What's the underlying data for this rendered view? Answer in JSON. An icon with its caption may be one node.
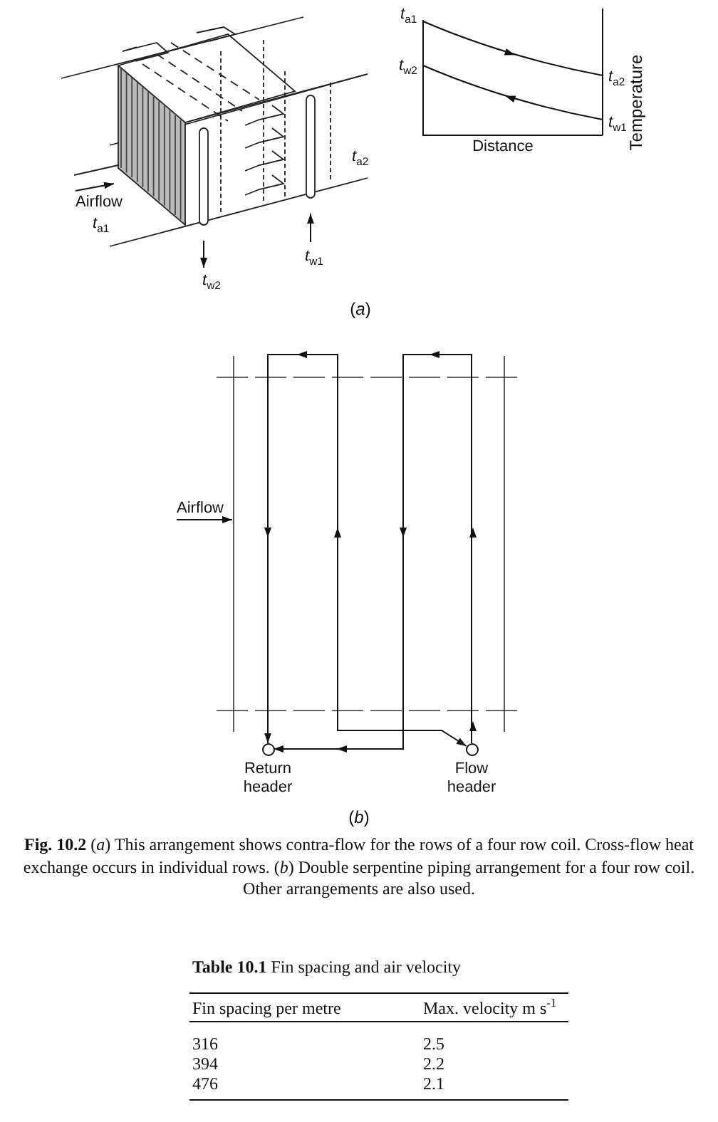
{
  "diagram": {
    "caption": "**Fig. 10.2** (*a*) This arrangement shows contra-flow for the rows of a four row coil. Cross-flow heat exchange occurs in individual rows. (*b*) Double serpentine piping arrangement for a four row coil. Other arrangements are also used.",
    "nodes": [
      {
        "text": [
          "Return header"
        ]
      },
      {
        "text": [
          "Flow header"
        ]
      }
    ],
    "edges": [
      {
        "from": 1,
        "to": 0,
        "arrow": "to"
      },
      {
        "from": 1,
        "to": 0,
        "arrow": "both"
      }
    ],
    "labels": [
      "*t*$_{a1}$",
      "*t*$_{w2}$",
      "*t*$_{a2}$",
      "*t*$_{w1}$",
      "Temperature",
      "Distance",
      "Airflow",
      "*t*$_{a1}$",
      "*t*$_{a2}$",
      "*t*$_{w2}$",
      "*t*$_{w1}$",
      "(*a*)",
      "Airflow",
      "(*b*)",
      "**Table 10.1** Fin spacing and air velocity",
      "Fin spacing per metre",
      "Max. velocity m s$^{-1}$",
      "316",
      "2.5",
      "394",
      "2.2",
      "476",
      "2.1"
    ]
  }
}
